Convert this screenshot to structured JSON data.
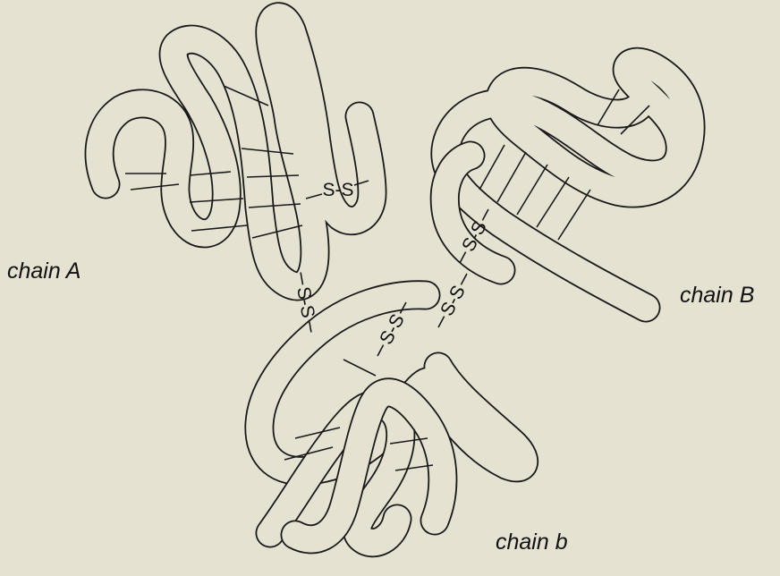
{
  "background": "#e6e2d2",
  "ink": "#1a1a1a",
  "chains": [
    {
      "id": "A",
      "label": "chain A"
    },
    {
      "id": "B",
      "label": "chain B"
    },
    {
      "id": "b",
      "label": "chain b"
    }
  ],
  "disulfide_label": "S-S",
  "disulfides": [
    {
      "text": "S-S",
      "between": "A"
    },
    {
      "text": "S-S",
      "between": "A-b"
    },
    {
      "text": "S-S",
      "between": "B-b"
    },
    {
      "text": "S-S",
      "between": "B"
    },
    {
      "text": "S-S",
      "between": "b"
    }
  ]
}
